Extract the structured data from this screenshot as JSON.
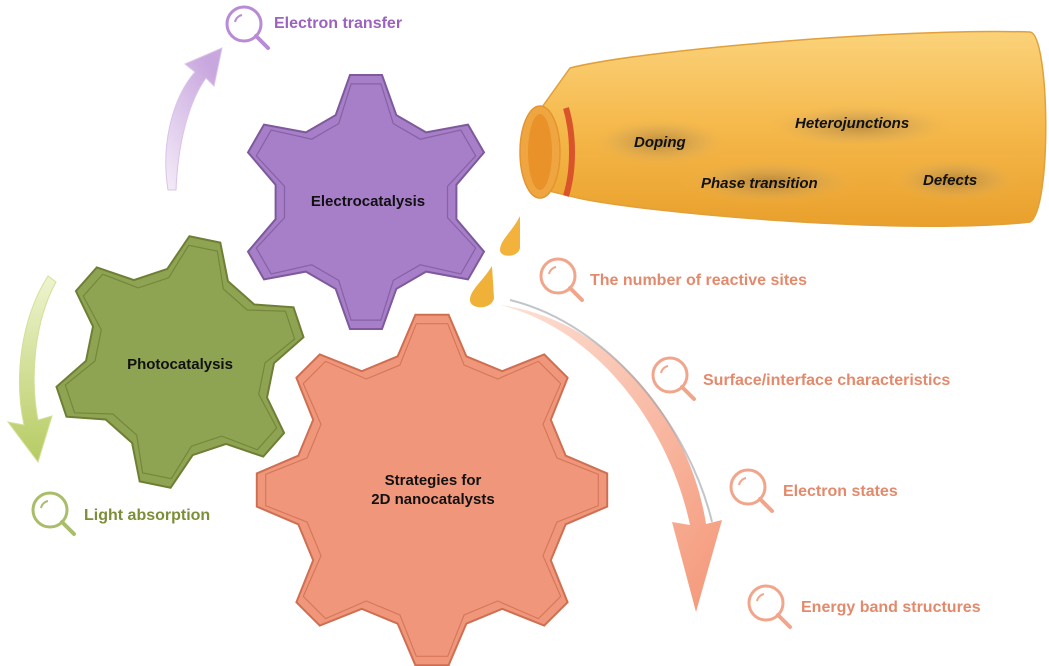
{
  "gears": {
    "electrocatalysis": {
      "label": "Electrocatalysis",
      "color": "#a77ec8"
    },
    "photocatalysis": {
      "label": "Photocatalysis",
      "color": "#8fa452"
    },
    "strategies": {
      "line1": "Strategies for",
      "line2": "2D nanocatalysts",
      "color": "#f0977b"
    }
  },
  "bottle": {
    "items": [
      "Doping",
      "Heterojunctions",
      "Phase transition",
      "Defects"
    ],
    "color": "#f2b13c"
  },
  "labels": {
    "electron_transfer": {
      "text": "Electron transfer",
      "color": "#9b62c0"
    },
    "light_absorption": {
      "text": "Light absorption",
      "color": "#7a8f37"
    },
    "reactive_sites": {
      "text": "The number of reactive sites",
      "color": "#e38a6c"
    },
    "surface_interface": {
      "text": "Surface/interface characteristics",
      "color": "#e38a6c"
    },
    "electron_states": {
      "text": "Electron states",
      "color": "#e38a6c"
    },
    "energy_band": {
      "text": "Energy band structures",
      "color": "#e38a6c"
    }
  },
  "icons": {
    "magnifier": "magnifier-icon"
  }
}
